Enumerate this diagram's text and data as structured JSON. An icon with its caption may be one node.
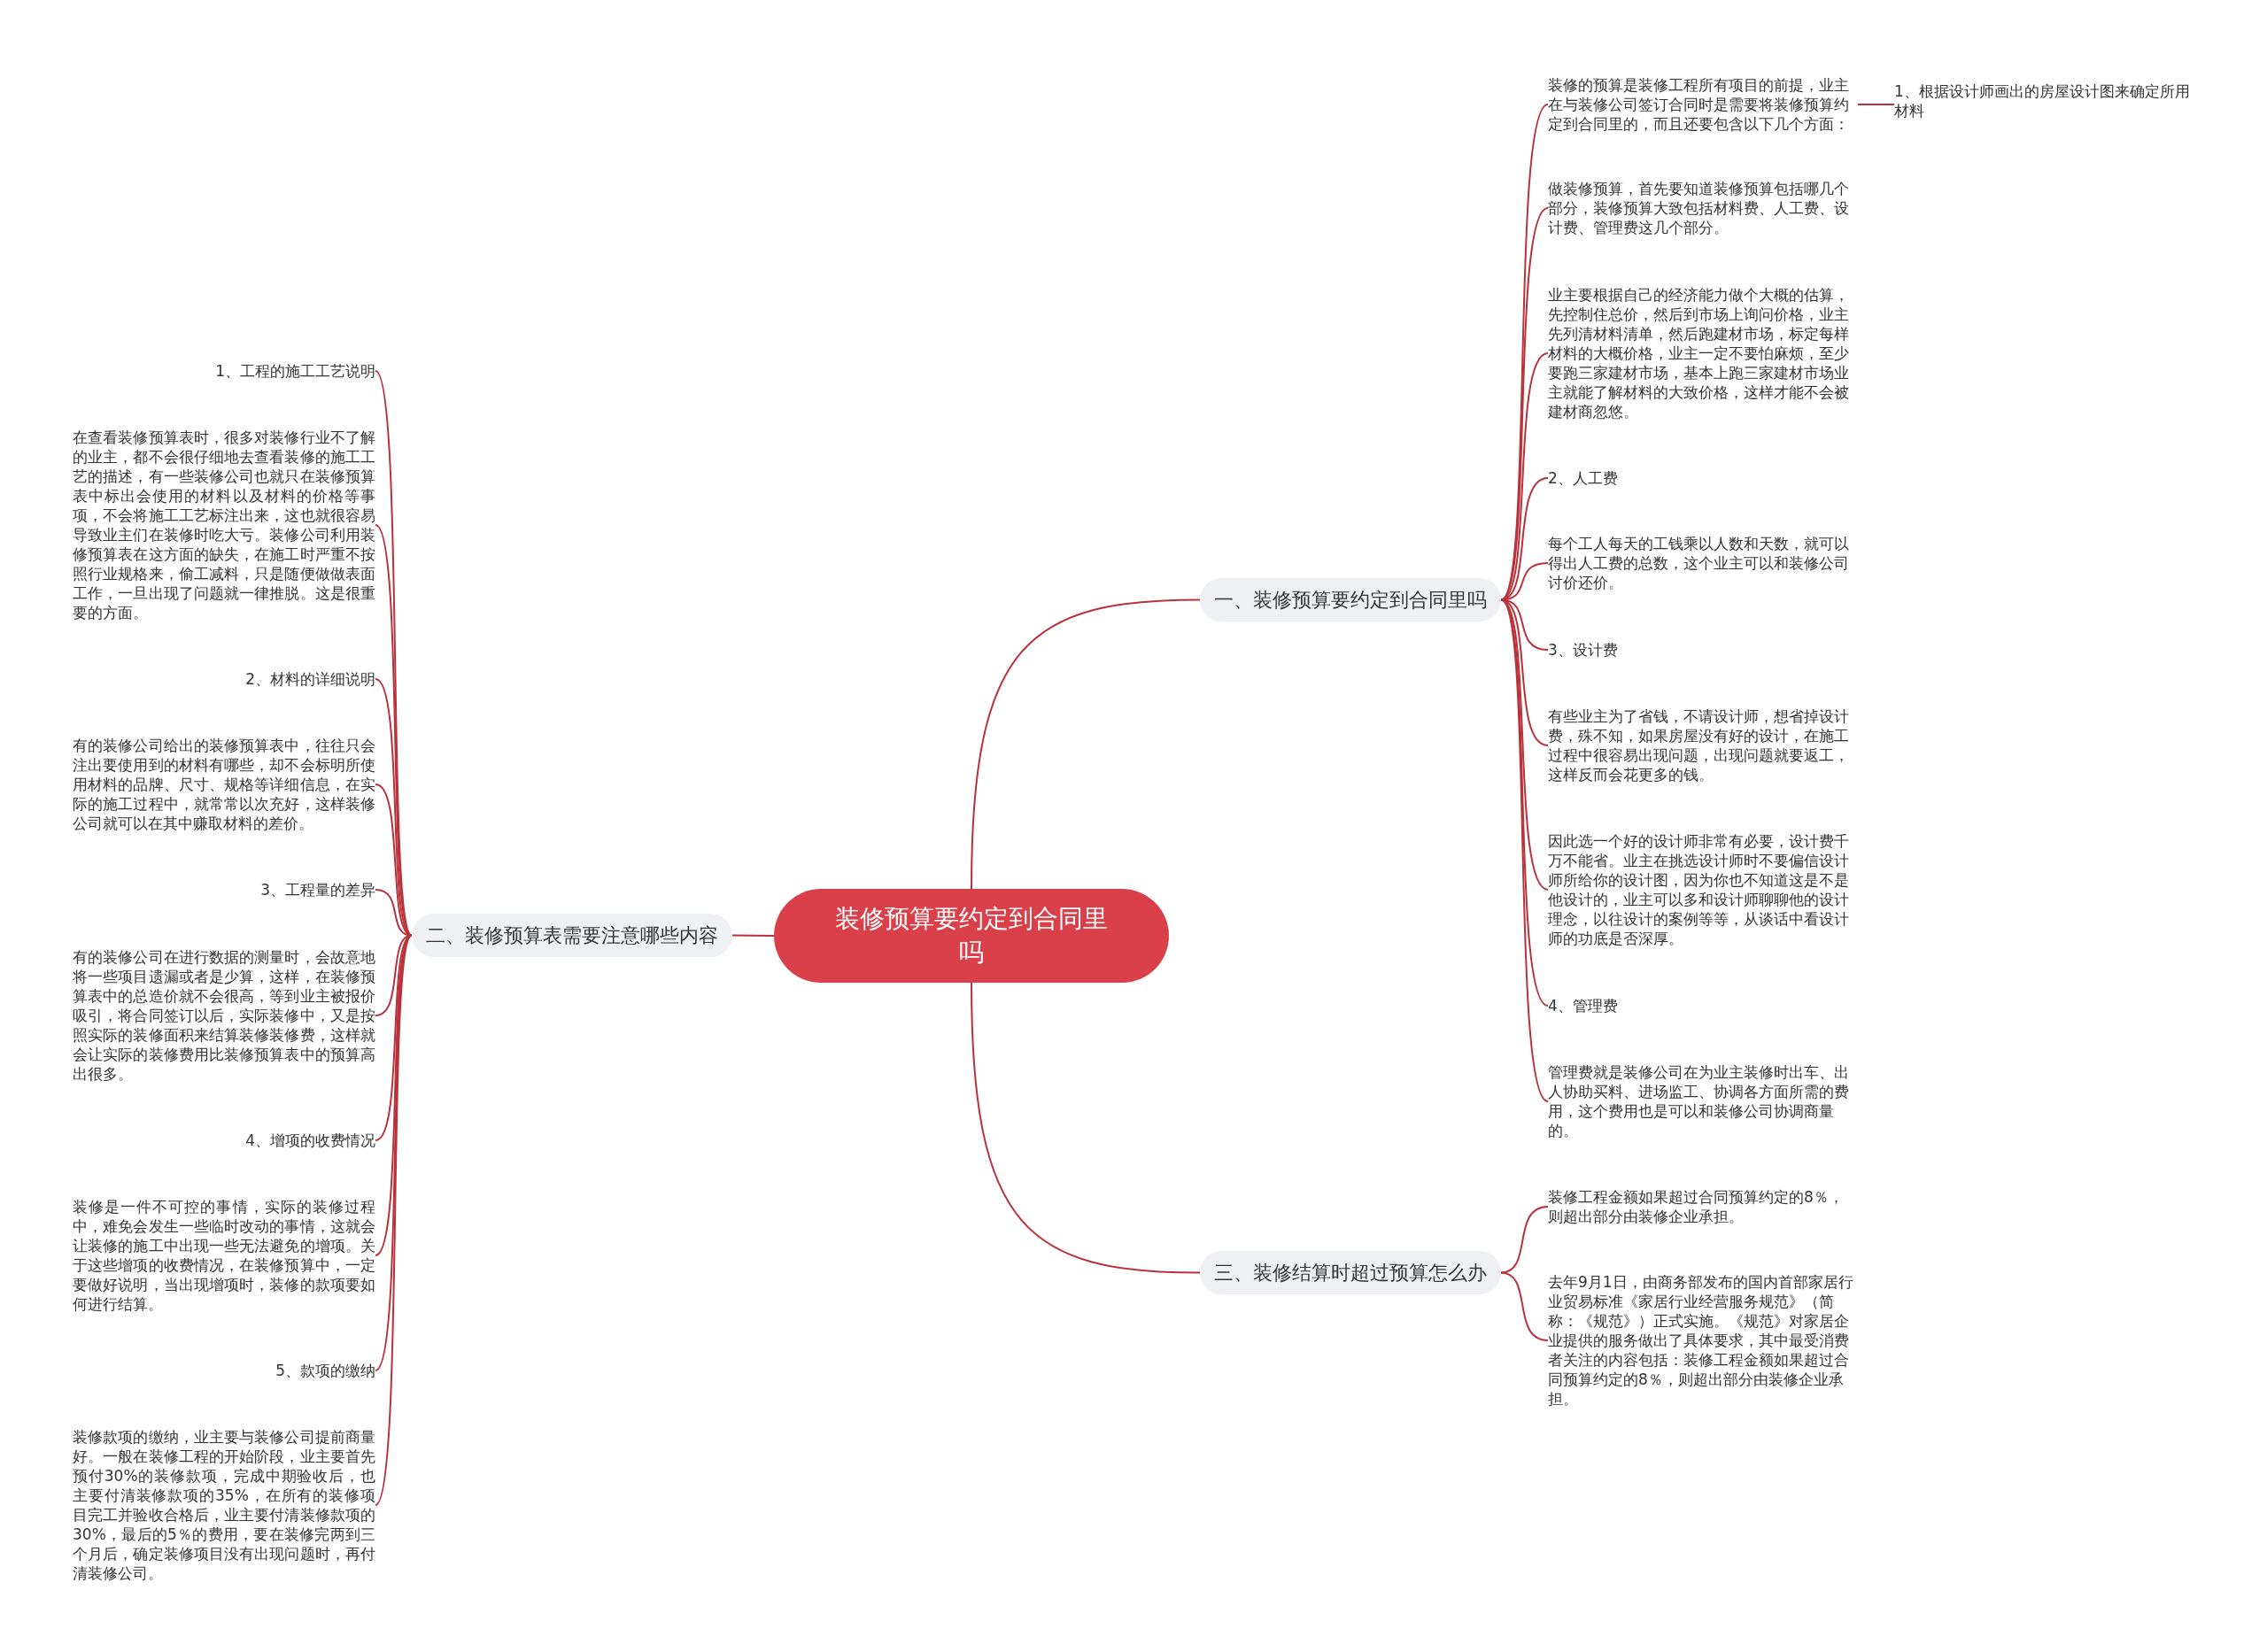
{
  "diagram": {
    "nodes": [
      {
        "text": [
          "装修预算要约定到合同里吗"
        ]
      },
      {
        "text": [
          "一、装修预算要约定到合同里吗"
        ]
      },
      {
        "text": [
          "二、装修预算表需要注意哪些内容"
        ]
      },
      {
        "text": [
          "三、装修结算时超过预算怎么办"
        ]
      },
      {
        "text": [
          "装修的预算是装修工程所有项目的前提，业主在与装修公司签订合同时是需要将装修预算约定到合同里的，而且还要包含以下几个方面："
        ]
      },
      {
        "text": [
          "1、根据设计师画出的房屋设计图来确定所用材料"
        ]
      },
      {
        "text": [
          "做装修预算，首先要知道装修预算包括哪几个部分，装修预算大致包括材料费、人工费、设计费、管理费这几个部分。"
        ]
      },
      {
        "text": [
          "业主要根据自己的经济能力做个大概的估算，先控制住总价，然后到市场上询问价格，业主先列清材料清单，然后跑建材市场，标定每样材料的大概价格，业主一定不要怕麻烦，至少要跑三家建材市场，基本上跑三家建材市场业主就能了解材料的大致价格，这样才能不会被建材商忽悠。"
        ]
      },
      {
        "text": [
          "2、人工费"
        ]
      },
      {
        "text": [
          "每个工人每天的工钱乘以人数和天数，就可以得出人工费的总数，这个业主可以和装修公司讨价还价。"
        ]
      },
      {
        "text": [
          "3、设计费"
        ]
      },
      {
        "text": [
          "有些业主为了省钱，不请设计师，想省掉设计费，殊不知，如果房屋没有好的设计，在施工过程中很容易出现问题，出现问题就要返工，这样反而会花更多的钱。"
        ]
      },
      {
        "text": [
          "因此选一个好的设计师非常有必要，设计费千万不能省。业主在挑选设计师时不要偏信设计师所给你的设计图，因为你也不知道这是不是他设计的，业主可以多和设计师聊聊他的设计理念，以往设计的案例等等，从谈话中看设计师的功底是否深厚。"
        ]
      },
      {
        "text": [
          "4、管理费"
        ]
      },
      {
        "text": [
          "管理费就是装修公司在为业主装修时出车、出人协助买料、进场监工、协调各方面所需的费用，这个费用也是可以和装修公司协调商量的。"
        ]
      },
      {
        "text": [
          "1、工程的施工工艺说明"
        ]
      },
      {
        "text": [
          "在查看装修预算表时，很多对装修行业不了解的业主，都不会很仔细地去查看装修的施工工艺的描述，有一些装修公司也就只在装修预算表中标出会使用的材料以及材料的价格等事项，不会将施工工艺标注出来，这也就很容易导致业主们在装修时吃大亏。装修公司利用装修预算表在这方面的缺失，在施工时严重不按照行业规格来，偷工减料，只是随便做做表面工作，一旦出现了问题就一律推脱。这是很重要的方面。"
        ]
      },
      {
        "text": [
          "2、材料的详细说明"
        ]
      },
      {
        "text": [
          "有的装修公司给出的装修预算表中，往往只会注出要使用到的材料有哪些，却不会标明所使用材料的品牌、尺寸、规格等详细信息，在实际的施工过程中，就常常以次充好，这样装修公司就可以在其中赚取材料的差价。"
        ]
      },
      {
        "text": [
          "3、工程量的差异"
        ]
      },
      {
        "text": [
          "有的装修公司在进行数据的测量时，会故意地将一些项目遗漏或者是少算，这样，在装修预算表中的总造价就不会很高，等到业主被报价吸引，将合同签订以后，实际装修中，又是按照实际的装修面积来结算装修装修费，这样就会让实际的装修费用比装修预算表中的预算高出很多。"
        ]
      },
      {
        "text": [
          "4、增项的收费情况"
        ]
      },
      {
        "text": [
          "装修是一件不可控的事情，实际的装修过程中，难免会发生一些临时改动的事情，这就会让装修的施工中出现一些无法避免的增项。关于这些增项的收费情况，在装修预算中，一定要做好说明，当出现增项时，装修的款项要如何进行结算。"
        ]
      },
      {
        "text": [
          "5、款项的缴纳"
        ]
      },
      {
        "text": [
          "装修款项的缴纳，业主要与装修公司提前商量好。一般在装修工程的开始阶段，业主要首先预付30%的装修款项，完成中期验收后，也主要付清装修款项的35%，在所有的装修项目完工并验收合格后，业主要付清装修款项的30%，最后的5％的费用，要在装修完两到三个月后，确定装修项目没有出现问题时，再付清装修公司。"
        ]
      },
      {
        "text": [
          "装修工程金额如果超过合同预算约定的8％，则超出部分由装修企业承担。"
        ]
      },
      {
        "text": [
          "去年9月1日，由商务部发布的国内首部家居行业贸易标准《家居行业经营服务规范》（简称：《规范》）正式实施。《规范》对家居企业提供的服务做出了具体要求，其中最受消费者关注的内容包括：装修工程金额如果超过合同预算约定的8％，则超出部分由装修企业承担。"
        ]
      }
    ],
    "edges": [
      {
        "from": 0,
        "to": 1,
        "arrow": "none"
      },
      {
        "from": 0,
        "to": 2,
        "arrow": "none"
      },
      {
        "from": 0,
        "to": 3,
        "arrow": "none"
      },
      {
        "from": 1,
        "to": 4,
        "arrow": "none"
      },
      {
        "from": 4,
        "to": 5,
        "arrow": "none"
      },
      {
        "from": 1,
        "to": 6,
        "arrow": "none"
      },
      {
        "from": 1,
        "to": 7,
        "arrow": "none"
      },
      {
        "from": 1,
        "to": 8,
        "arrow": "none"
      },
      {
        "from": 1,
        "to": 9,
        "arrow": "none"
      },
      {
        "from": 1,
        "to": 10,
        "arrow": "none"
      },
      {
        "from": 1,
        "to": 11,
        "arrow": "none"
      },
      {
        "from": 1,
        "to": 12,
        "arrow": "none"
      },
      {
        "from": 1,
        "to": 13,
        "arrow": "none"
      },
      {
        "from": 1,
        "to": 14,
        "arrow": "none"
      },
      {
        "from": 2,
        "to": 15,
        "arrow": "none"
      },
      {
        "from": 2,
        "to": 16,
        "arrow": "none"
      },
      {
        "from": 2,
        "to": 17,
        "arrow": "none"
      },
      {
        "from": 2,
        "to": 18,
        "arrow": "none"
      },
      {
        "from": 2,
        "to": 19,
        "arrow": "none"
      },
      {
        "from": 2,
        "to": 20,
        "arrow": "none"
      },
      {
        "from": 2,
        "to": 21,
        "arrow": "none"
      },
      {
        "from": 2,
        "to": 22,
        "arrow": "none"
      },
      {
        "from": 2,
        "to": 23,
        "arrow": "none"
      },
      {
        "from": 2,
        "to": 24,
        "arrow": "none"
      },
      {
        "from": 3,
        "to": 25,
        "arrow": "none"
      },
      {
        "from": 3,
        "to": 26,
        "arrow": "none"
      }
    ]
  }
}
